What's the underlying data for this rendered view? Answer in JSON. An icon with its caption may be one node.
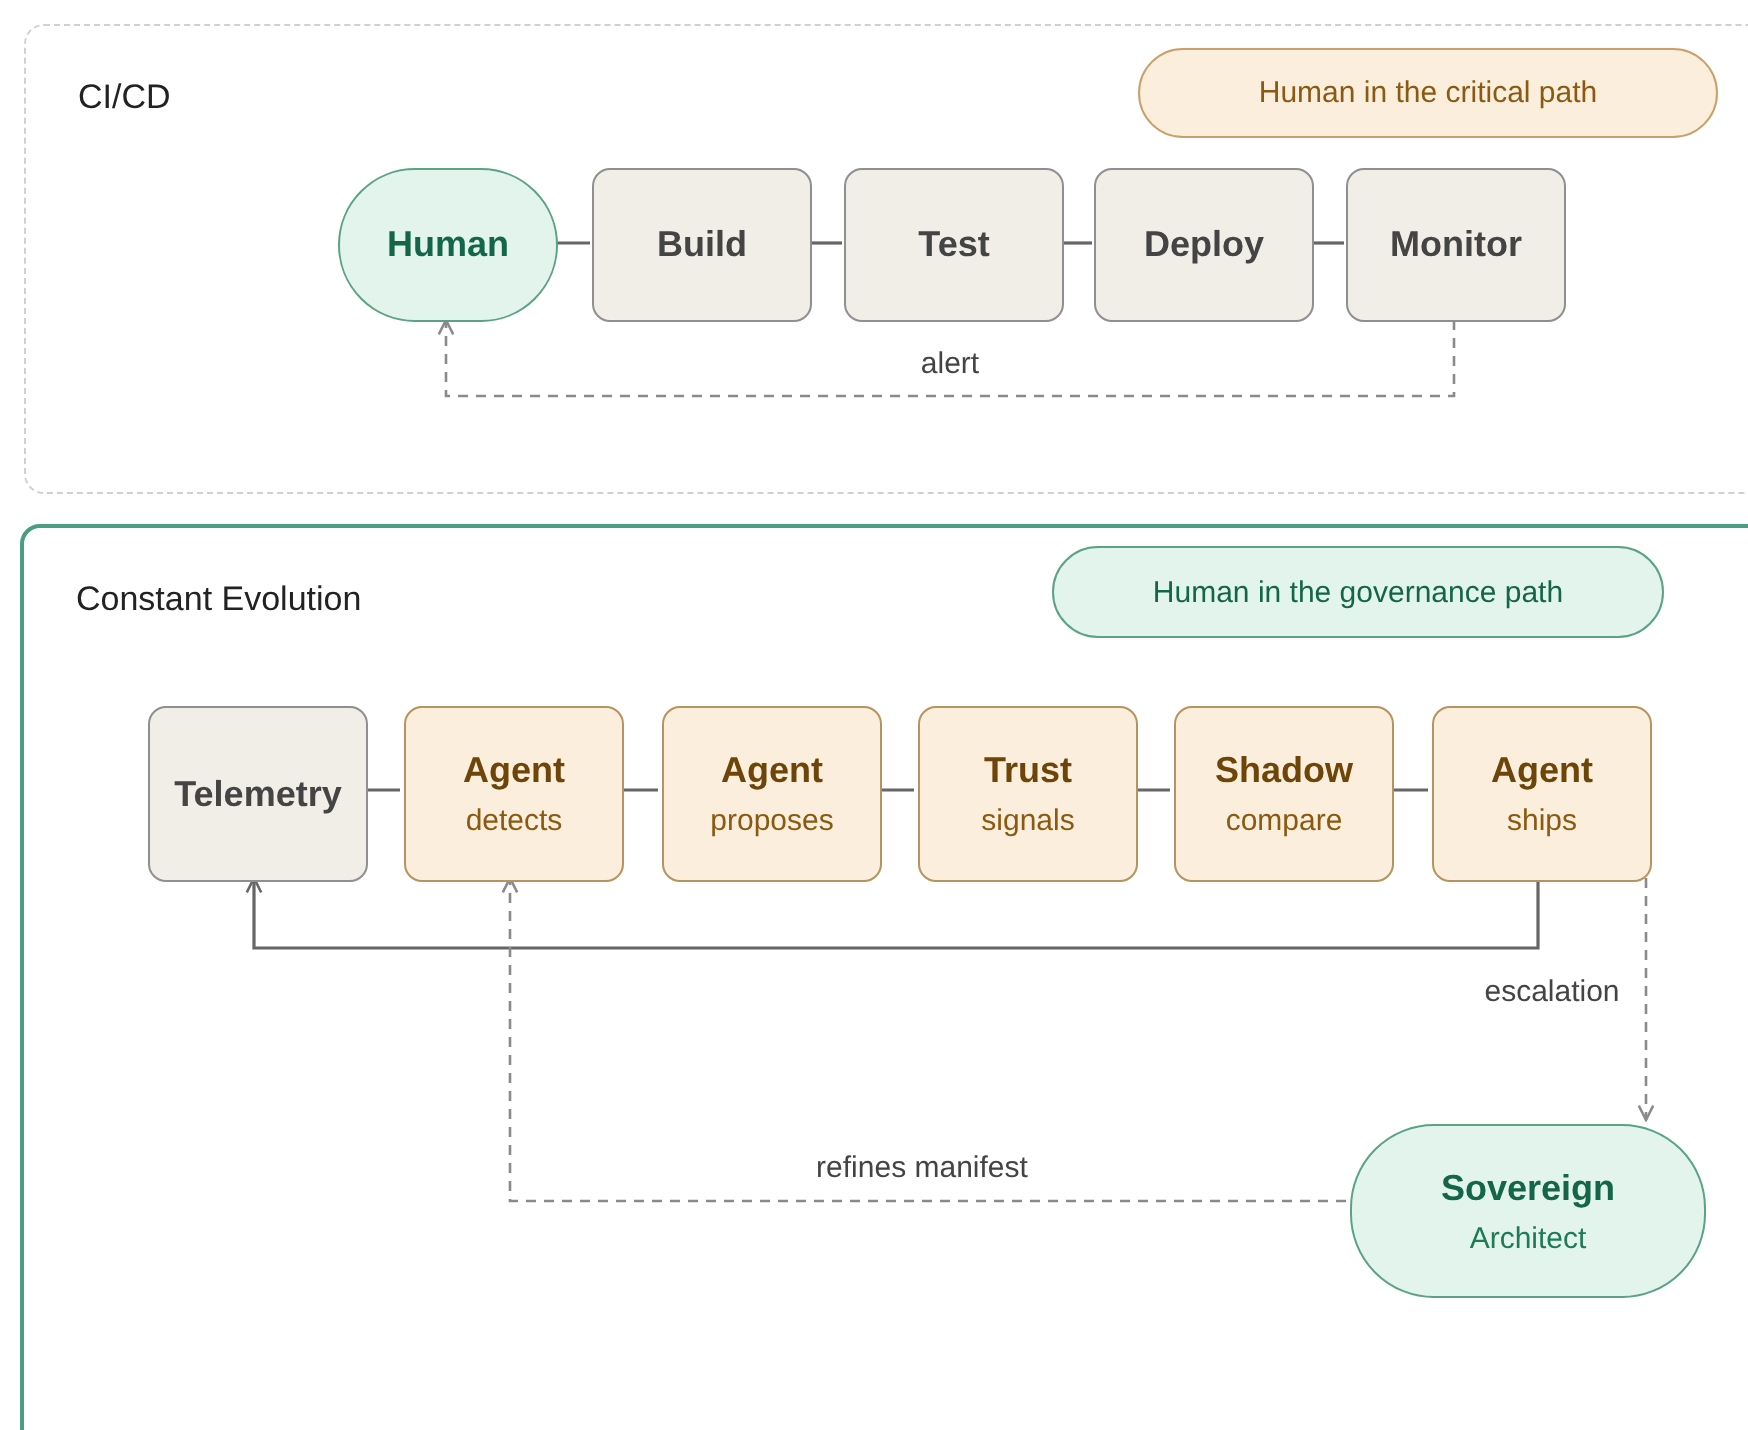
{
  "diagram": {
    "nodes": [
      {
        "text": [
          "CI/CD"
        ]
      },
      {
        "text": [
          "Human in the critical path"
        ],
        "in": 0
      },
      {
        "text": [
          "Human"
        ],
        "in": 0
      },
      {
        "text": [
          "Build"
        ],
        "in": 0
      },
      {
        "text": [
          "Test"
        ],
        "in": 0
      },
      {
        "text": [
          "Deploy"
        ],
        "in": 0
      },
      {
        "text": [
          "Monitor"
        ],
        "in": 0
      },
      {
        "text": [
          "Constant Evolution"
        ]
      },
      {
        "text": [
          "Human in the governance path"
        ],
        "in": 7
      },
      {
        "text": [
          "Telemetry"
        ],
        "in": 7
      },
      {
        "text": [
          "Agent",
          "detects"
        ],
        "in": 7
      },
      {
        "text": [
          "Agent",
          "proposes"
        ],
        "in": 7
      },
      {
        "text": [
          "Trust",
          "signals"
        ],
        "in": 7
      },
      {
        "text": [
          "Shadow",
          "compare"
        ],
        "in": 7
      },
      {
        "text": [
          "Agent",
          "ships"
        ],
        "in": 7
      },
      {
        "text": [
          "Sovereign",
          "Architect"
        ],
        "in": 7
      }
    ],
    "edges": [
      {
        "from": 2,
        "to": 3,
        "arrow": "none"
      },
      {
        "from": 3,
        "to": 4,
        "arrow": "none"
      },
      {
        "from": 4,
        "to": 5,
        "arrow": "none"
      },
      {
        "from": 5,
        "to": 6,
        "arrow": "none"
      },
      {
        "from": 6,
        "to": 2,
        "arrow": "to",
        "label": "alert",
        "style": "dashed"
      },
      {
        "from": 9,
        "to": 10,
        "arrow": "none"
      },
      {
        "from": 10,
        "to": 11,
        "arrow": "none"
      },
      {
        "from": 11,
        "to": 12,
        "arrow": "none"
      },
      {
        "from": 12,
        "to": 13,
        "arrow": "none"
      },
      {
        "from": 13,
        "to": 14,
        "arrow": "none"
      },
      {
        "from": 14,
        "to": 9,
        "arrow": "to"
      },
      {
        "from": 14,
        "to": 15,
        "arrow": "to",
        "label": "escalation",
        "style": "dashed"
      },
      {
        "from": 15,
        "to": 10,
        "arrow": "to",
        "label": "refines manifest",
        "style": "dashed"
      }
    ]
  }
}
